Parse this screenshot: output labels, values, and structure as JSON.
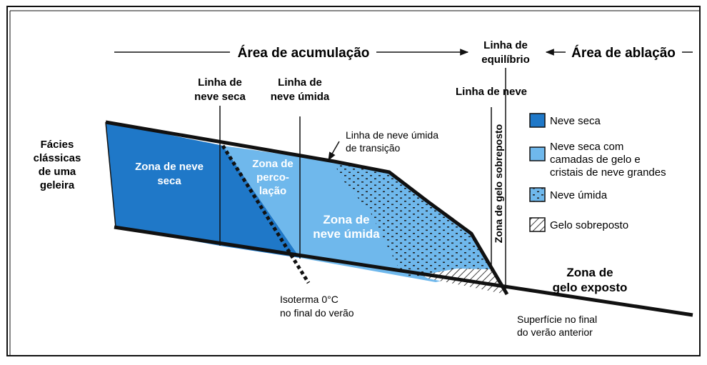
{
  "header": {
    "accumulation_area": "Área de acumulação",
    "equilibrium_line_1": "Linha de",
    "equilibrium_line_2": "equilíbrio",
    "ablation_area": "Área de ablação"
  },
  "lines": {
    "dry_snow_line_1": "Linha de",
    "dry_snow_line_2": "neve seca",
    "wet_snow_line_1": "Linha de",
    "wet_snow_line_2": "neve úmida",
    "snow_line": "Linha de neve",
    "transition_line_1": "Linha de neve úmida",
    "transition_line_2": "de transição",
    "superimposed_ice_zone": "Zona de gelo sobreposto"
  },
  "facies_title": [
    "Fácies",
    "clássicas",
    "de uma",
    "geleira"
  ],
  "zones": {
    "dry_snow": [
      "Zona de neve",
      "seca"
    ],
    "percolation": [
      "Zona de",
      "perco-",
      "lação"
    ],
    "wet_snow": [
      "Zona de",
      "neve úmida"
    ],
    "exposed_ice": [
      "Zona de",
      "gelo exposto"
    ]
  },
  "annotations": {
    "isotherm": [
      "Isoterma 0°C",
      "no final do verão"
    ],
    "surface": [
      "Superfície no final",
      "do verão anterior"
    ]
  },
  "legend": {
    "items": [
      {
        "label": [
          "Neve seca"
        ],
        "color": "#1f78c8",
        "pattern": "solid"
      },
      {
        "label": [
          "Neve seca com",
          "camadas de gelo e",
          "cristais de neve grandes"
        ],
        "color": "#6fb8ec",
        "pattern": "solid"
      },
      {
        "label": [
          "Neve úmida"
        ],
        "color": "#6fb8ec",
        "pattern": "dots"
      },
      {
        "label": [
          "Gelo sobreposto"
        ],
        "color": "#ffffff",
        "pattern": "hatch"
      }
    ]
  },
  "colors": {
    "dry_snow": "#1f78c8",
    "percolation": "#6fb8ec",
    "ink": "#111111"
  }
}
